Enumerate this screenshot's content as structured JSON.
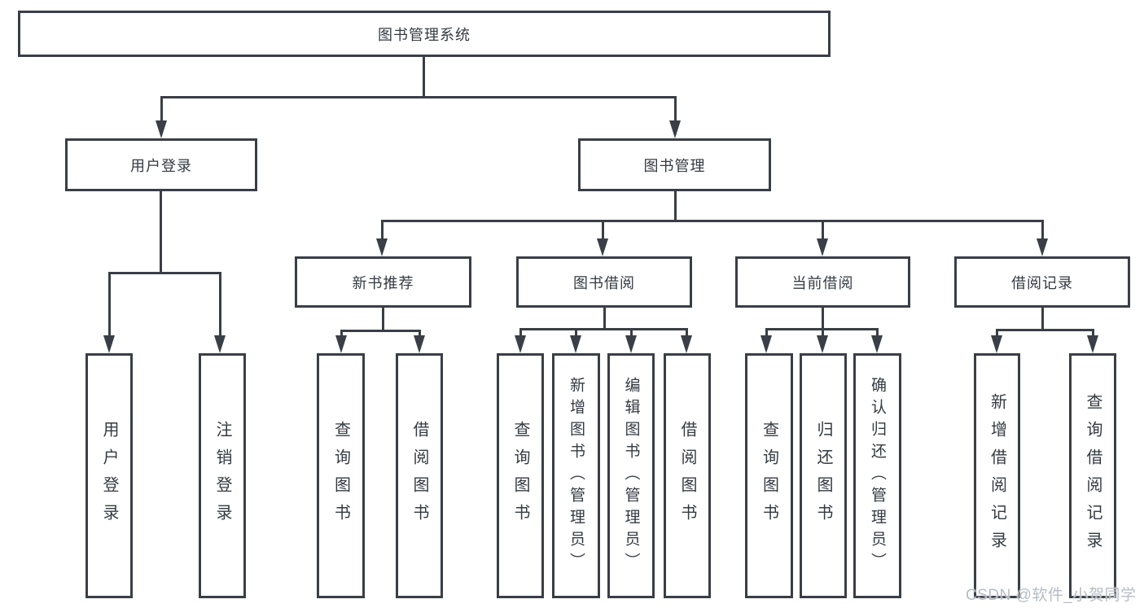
{
  "diagram": {
    "tree": {
      "root": {
        "label": "图书管理系统"
      },
      "groups": [
        {
          "label": "用户登录",
          "leaves": [
            "用户登录",
            "注销登录"
          ]
        },
        {
          "label": "图书管理",
          "sections": [
            {
              "label": "新书推荐",
              "leaves": [
                "查询图书",
                "借阅图书"
              ]
            },
            {
              "label": "图书借阅",
              "leaves": [
                "查询图书",
                "新增图书（管理员）",
                "编辑图书（管理员）",
                "借阅图书"
              ]
            },
            {
              "label": "当前借阅",
              "leaves": [
                "查询图书",
                "归还图书",
                "确认归还（管理员）"
              ]
            },
            {
              "label": "借阅记录",
              "leaves": [
                "新增借阅记录",
                "查询借阅记录"
              ]
            }
          ]
        }
      ]
    },
    "colors": {
      "line": "#3a3e46",
      "text": "#353a42",
      "watermark": "#b7bcc4"
    },
    "watermark": {
      "text": "CSDN @软件_小贺同学"
    }
  }
}
